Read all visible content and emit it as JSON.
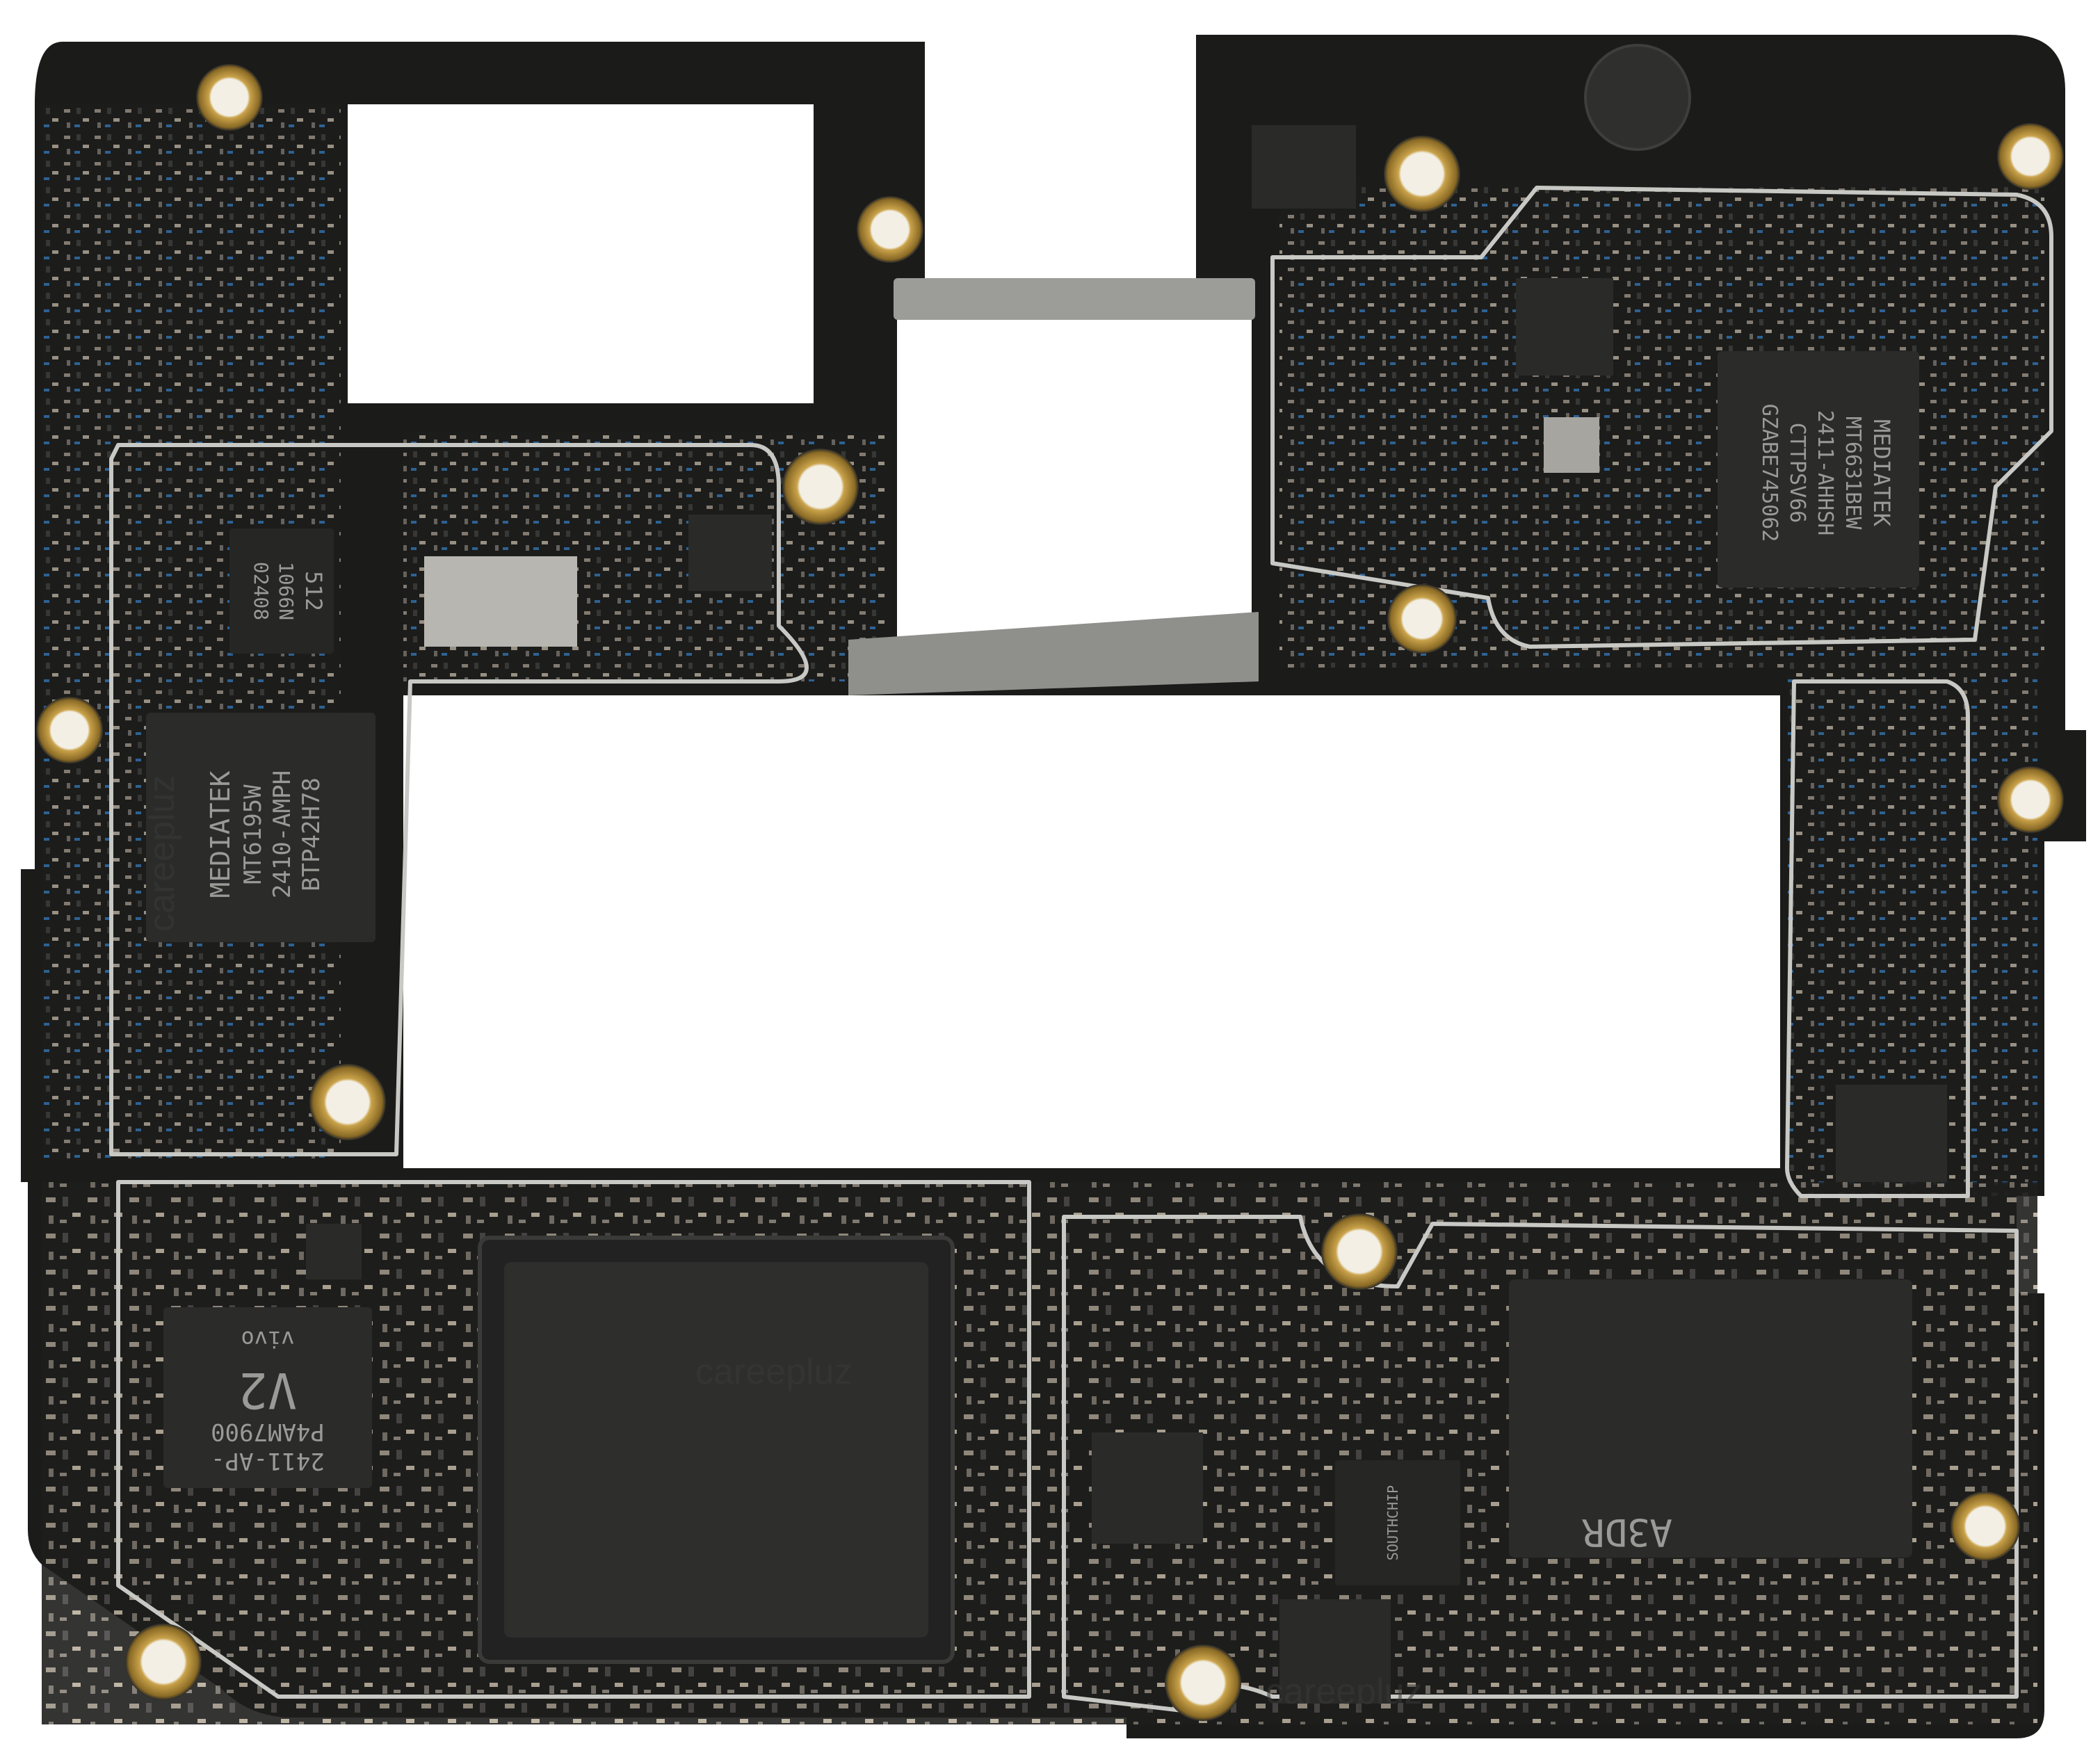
{
  "colors": {
    "background": "#ffffff",
    "board": "#1b1b1a",
    "board_edge": "#2a2a28",
    "shield_silver": "#c8c8c4",
    "chip_body": "#2b2b2a",
    "chip_text": "#9a9a96",
    "mount_gold": "#c9a24a",
    "mount_hole": "#f2efe6",
    "bracket_metal": "#9c9c98"
  },
  "chips": {
    "mt6195": {
      "line1": "MEDIATEK",
      "line2": "MT6195W",
      "line3": "2410-AMPH",
      "line4": "BTP42H78"
    },
    "mt6631": {
      "line1": "MEDIATEK",
      "line2": "MT6631BEW",
      "line3": "2411-AHHSH",
      "line4": "CTTPSV66",
      "line5": "GZABE745062"
    },
    "v2": {
      "line1": "2411-AP-",
      "line2": "P4AM7900",
      "line3": "V2",
      "line4": "vivo"
    },
    "small_512": {
      "line1": "512",
      "line2": "1066N",
      "line3": "02408"
    },
    "southchip": {
      "line1": "SOUTHCHIP"
    },
    "memory": {
      "line1": "A3DR"
    }
  },
  "watermark": {
    "text": "careepluz"
  }
}
